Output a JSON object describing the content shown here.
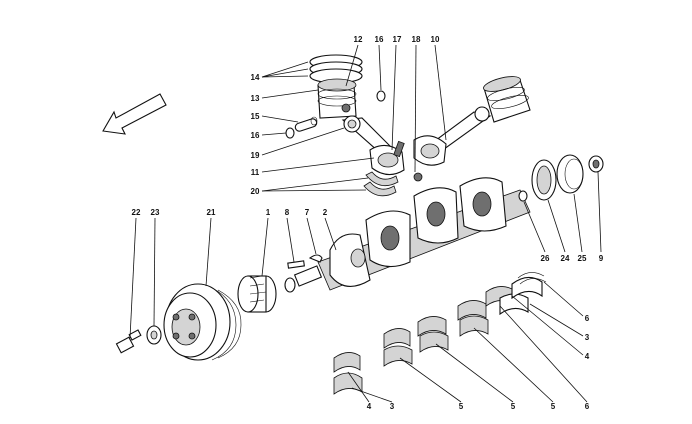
{
  "callouts": {
    "p12": "12",
    "p16a": "16",
    "p17": "17",
    "p18": "18",
    "p10": "10",
    "p14": "14",
    "p13": "13",
    "p15": "15",
    "p16b": "16",
    "p19": "19",
    "p11": "11",
    "p20": "20",
    "p22": "22",
    "p23": "23",
    "p21": "21",
    "p1": "1",
    "p8": "8",
    "p7": "7",
    "p2": "2",
    "p26": "26",
    "p24": "24",
    "p25": "25",
    "p9": "9",
    "p6a": "6",
    "p3a": "3",
    "p4a": "4",
    "p4b": "4",
    "p3b": "3",
    "p5a": "5",
    "p5b": "5",
    "p5c": "5",
    "p6b": "6"
  }
}
